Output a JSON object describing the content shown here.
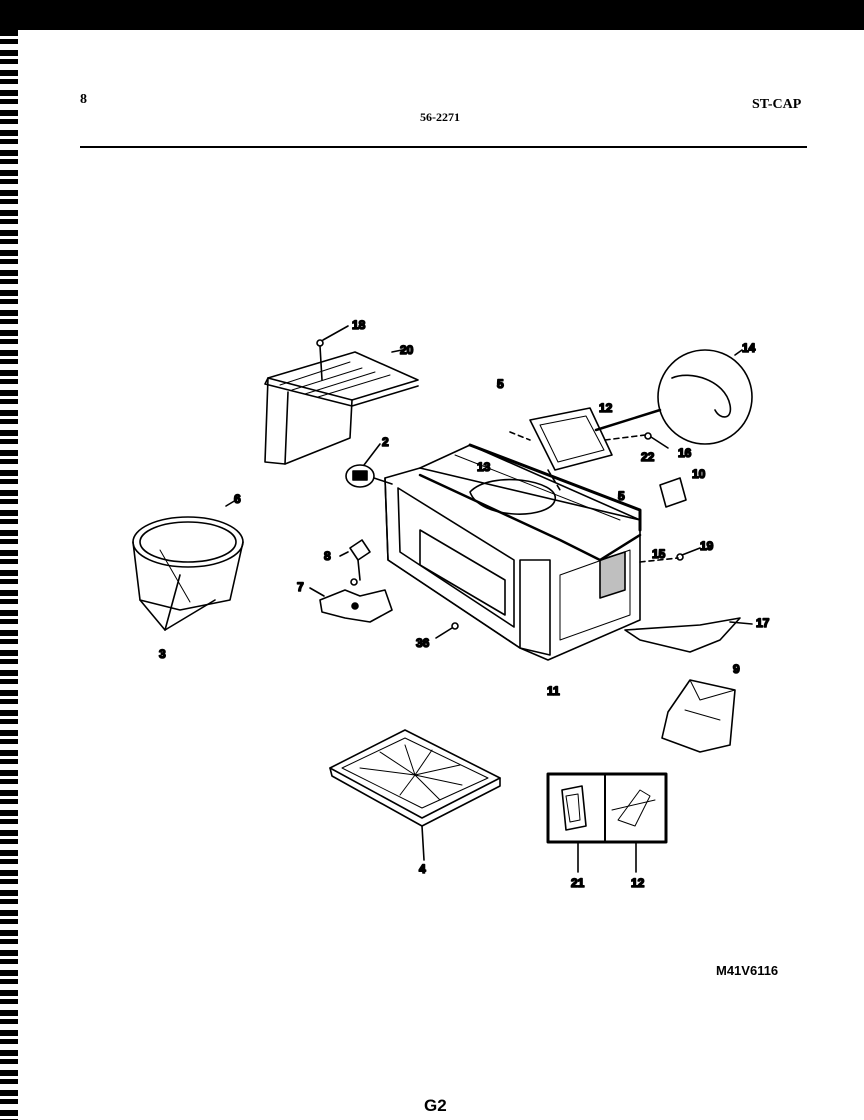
{
  "header": {
    "page_number": "8",
    "model": "56-2271",
    "section": "ST-CAP"
  },
  "diagram_code": "M41V6116",
  "footer_code": "G2",
  "callouts": {
    "c18": "18",
    "c20": "20",
    "c2": "2",
    "c6": "6",
    "c5a": "5",
    "c12a": "12",
    "c14": "14",
    "c16": "16",
    "c22": "22",
    "c13": "13",
    "c5b": "5",
    "c10": "10",
    "c15": "15",
    "c19": "19",
    "c8": "8",
    "c7": "7",
    "c36": "36",
    "c3": "3",
    "c11": "11",
    "c17": "17",
    "c9": "9",
    "c4": "4",
    "c21": "21",
    "c12b": "12"
  }
}
